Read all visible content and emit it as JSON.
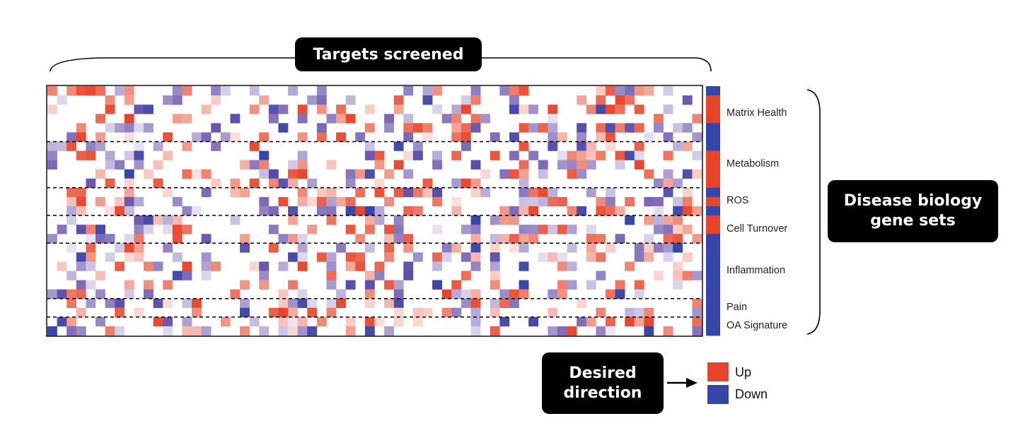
{
  "chart_data": {
    "type": "heatmap",
    "title": "Targets screened",
    "row_group_title": "Disease biology gene sets",
    "n_columns": 68,
    "n_rows": 27,
    "value_scale": "-1 (Down, blue) to +1 (Up, red)",
    "row_groups": [
      {
        "name": "Matrix Health",
        "rows": 6,
        "desired_direction": [
          "Down",
          "Up",
          "Up",
          "Up",
          "Down",
          "Down"
        ]
      },
      {
        "name": "Metabolism",
        "rows": 5,
        "desired_direction": [
          "Down",
          "Up",
          "Up",
          "Up",
          "Up"
        ]
      },
      {
        "name": "ROS",
        "rows": 3,
        "desired_direction": [
          "Down",
          "Up",
          "Down"
        ]
      },
      {
        "name": "Cell Turnover",
        "rows": 3,
        "desired_direction": [
          "Up",
          "Up",
          "Down"
        ]
      },
      {
        "name": "Inflammation",
        "rows": 6,
        "desired_direction": [
          "Down",
          "Down",
          "Down",
          "Down",
          "Down",
          "Down"
        ]
      },
      {
        "name": "Pain",
        "rows": 2,
        "desired_direction": [
          "Down",
          "Down"
        ]
      },
      {
        "name": "OA Signature",
        "rows": 2,
        "desired_direction": [
          "Down",
          "Down"
        ]
      }
    ],
    "legend": {
      "title": "Desired direction",
      "entries": [
        {
          "label": "Up",
          "color": "#e8442a"
        },
        {
          "label": "Down",
          "color": "#3546a8"
        }
      ]
    },
    "colors": {
      "up": "#e8442a",
      "down": "#3546a8",
      "mid": "#ffffff",
      "down_mid": "#7059b0"
    }
  },
  "labels": {
    "title": "Targets screened",
    "gene_sets_line1": "Disease biology",
    "gene_sets_line2": "gene sets",
    "direction_line1": "Desired",
    "direction_line2": "direction",
    "legend_up": "Up",
    "legend_down": "Down"
  }
}
